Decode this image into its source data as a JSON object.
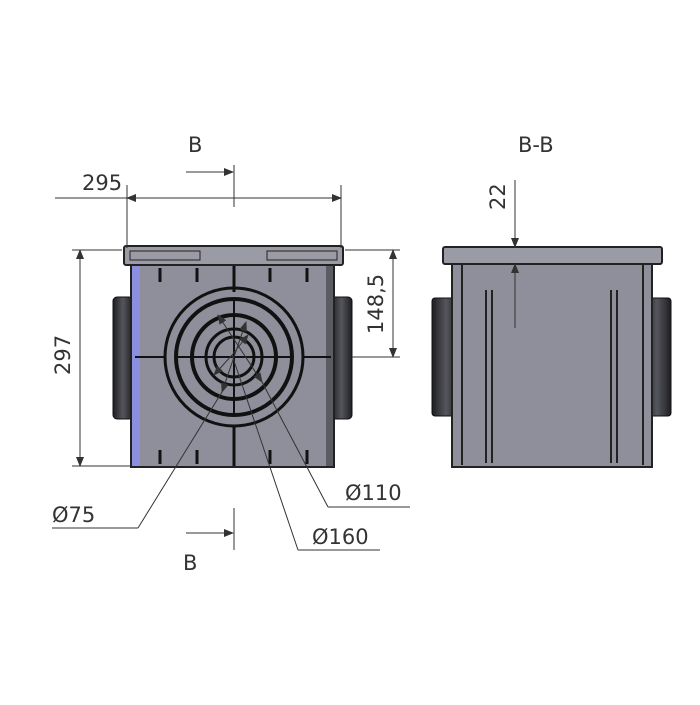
{
  "front_view": {
    "section_label_top": "B",
    "section_label_bottom": "B",
    "dim_width": "295",
    "dim_height": "297",
    "dim_pipe_axis": "148,5",
    "dia_small": "Ø75",
    "dia_mid": "Ø110",
    "dia_large": "Ø160",
    "label_left": "",
    "label_right": ""
  },
  "section_view": {
    "title": "B-B",
    "dim_rim": "22"
  },
  "colors": {
    "body": "#8e8f9a",
    "rim": "#9a9ba4",
    "pipe": "#2a2a2e",
    "line": "#333333",
    "accent_blue": "#8a8fe0"
  }
}
